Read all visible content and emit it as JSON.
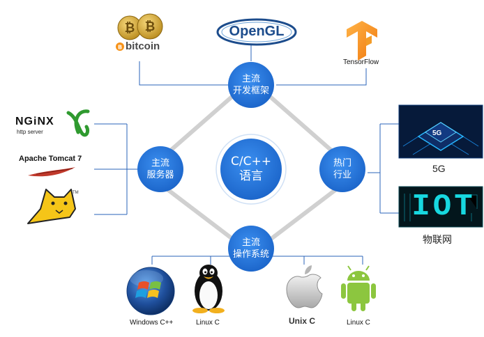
{
  "center": {
    "line1": "C/C++",
    "line2": "语言"
  },
  "nodes": {
    "top": {
      "line1": "主流",
      "line2": "开发框架"
    },
    "left": {
      "line1": "主流",
      "line2": "服务器"
    },
    "right": {
      "line1": "热门",
      "line2": "行业"
    },
    "bottom": {
      "line1": "主流",
      "line2": "操作系统"
    }
  },
  "frameworks": {
    "bitcoin": "bitcoin",
    "opengl": "OpenGL",
    "tensorflow": "TensorFlow"
  },
  "servers": {
    "nginx": "NGiNX",
    "nginx_sub": "http server",
    "tomcat": "Apache Tomcat 7",
    "tomcat_tm": "TM"
  },
  "industries": {
    "fiveg_tile": "5G",
    "fiveg": "5G",
    "iot_tile": "IOT",
    "iot": "物联网"
  },
  "os": {
    "windows": "Windows C++",
    "linux1": "Linux C",
    "unix": "Unix C",
    "linux2": "Linux C"
  },
  "colors": {
    "node_blue": "#1f6fd0",
    "connector_gray": "#cfcfcf",
    "bracket_blue": "#2a63b8"
  }
}
